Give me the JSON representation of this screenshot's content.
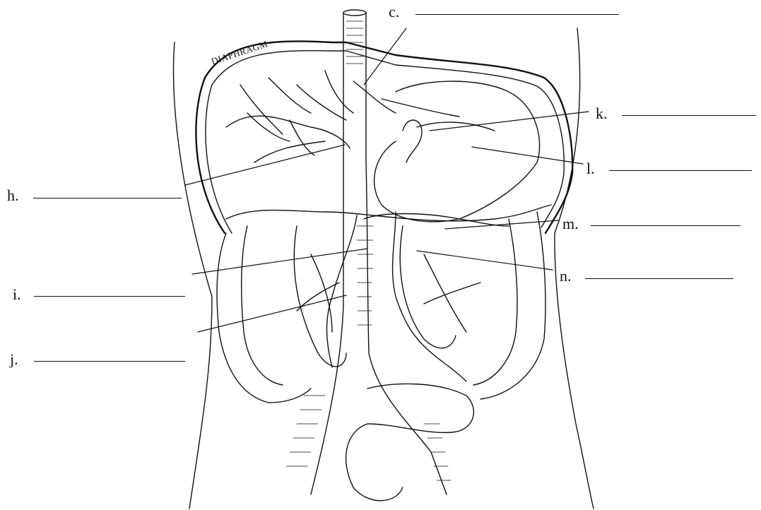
{
  "diagram": {
    "structure_label": "DIAPHRAGM",
    "labels": {
      "c": "c.",
      "h": "h.",
      "i": "i.",
      "j": "j.",
      "k": "k.",
      "l": "l.",
      "m": "m.",
      "n": "n."
    }
  }
}
